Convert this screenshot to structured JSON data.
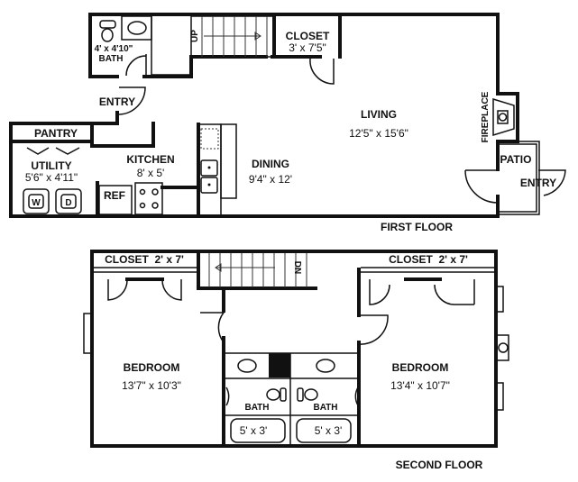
{
  "first_floor": {
    "title": "FIRST FLOOR",
    "rooms": {
      "bath": {
        "label": "BATH",
        "dims": "4' x 4'10\""
      },
      "entry_front": {
        "label": "ENTRY"
      },
      "closet": {
        "label": "CLOSET",
        "dims": "3' x 7'5\""
      },
      "stairs": {
        "label": "UP"
      },
      "pantry": {
        "label": "PANTRY"
      },
      "utility": {
        "label": "UTILITY",
        "dims": "5'6\" x 4'11\""
      },
      "kitchen": {
        "label": "KITCHEN",
        "dims": "8' x 5'"
      },
      "dining": {
        "label": "DINING",
        "dims": "9'4\" x 12'"
      },
      "living": {
        "label": "LIVING",
        "dims": "12'5\" x 15'6\""
      },
      "fireplace": {
        "label": "FIREPLACE"
      },
      "patio": {
        "label": "PATIO"
      },
      "entry_patio": {
        "label": "ENTRY"
      }
    },
    "appliances": {
      "refrigerator": "REF",
      "washer": "W",
      "dryer": "D"
    }
  },
  "second_floor": {
    "title": "SECOND FLOOR",
    "rooms": {
      "closet_left": {
        "label": "CLOSET  2' x 7'"
      },
      "closet_right": {
        "label": "CLOSET  2' x 7'"
      },
      "stairs": {
        "label": "DN"
      },
      "bedroom_left": {
        "label": "BEDROOM",
        "dims": "13'7\" x 10'3\""
      },
      "bedroom_right": {
        "label": "BEDROOM",
        "dims": "13'4\" x 10'7\""
      },
      "bath_left": {
        "label": "BATH",
        "tub": "5' x 3'"
      },
      "bath_right": {
        "label": "BATH",
        "tub": "5' x 3'"
      }
    }
  }
}
